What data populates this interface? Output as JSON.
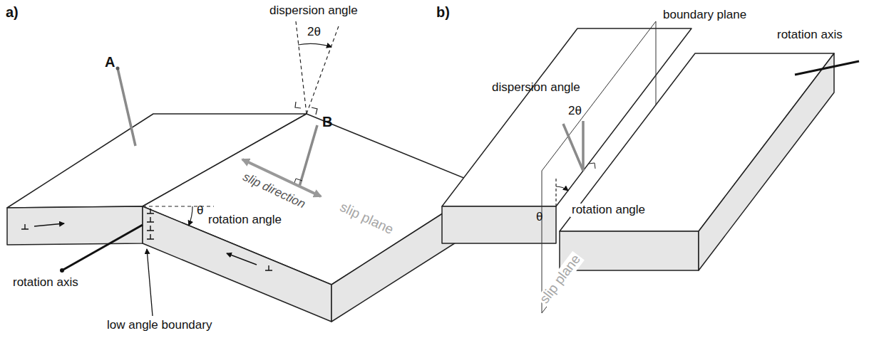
{
  "diagram": {
    "labels": [
      "a)",
      "dispersion angle",
      "2θ",
      "A",
      "B",
      "slip direction",
      "slip plane",
      "θ",
      "rotation angle",
      "rotation axis",
      "low angle boundary",
      "b)",
      "boundary plane",
      "dispersion angle",
      "2θ",
      "slip plane",
      "θ",
      "rotation angle",
      "rotation axis"
    ]
  }
}
